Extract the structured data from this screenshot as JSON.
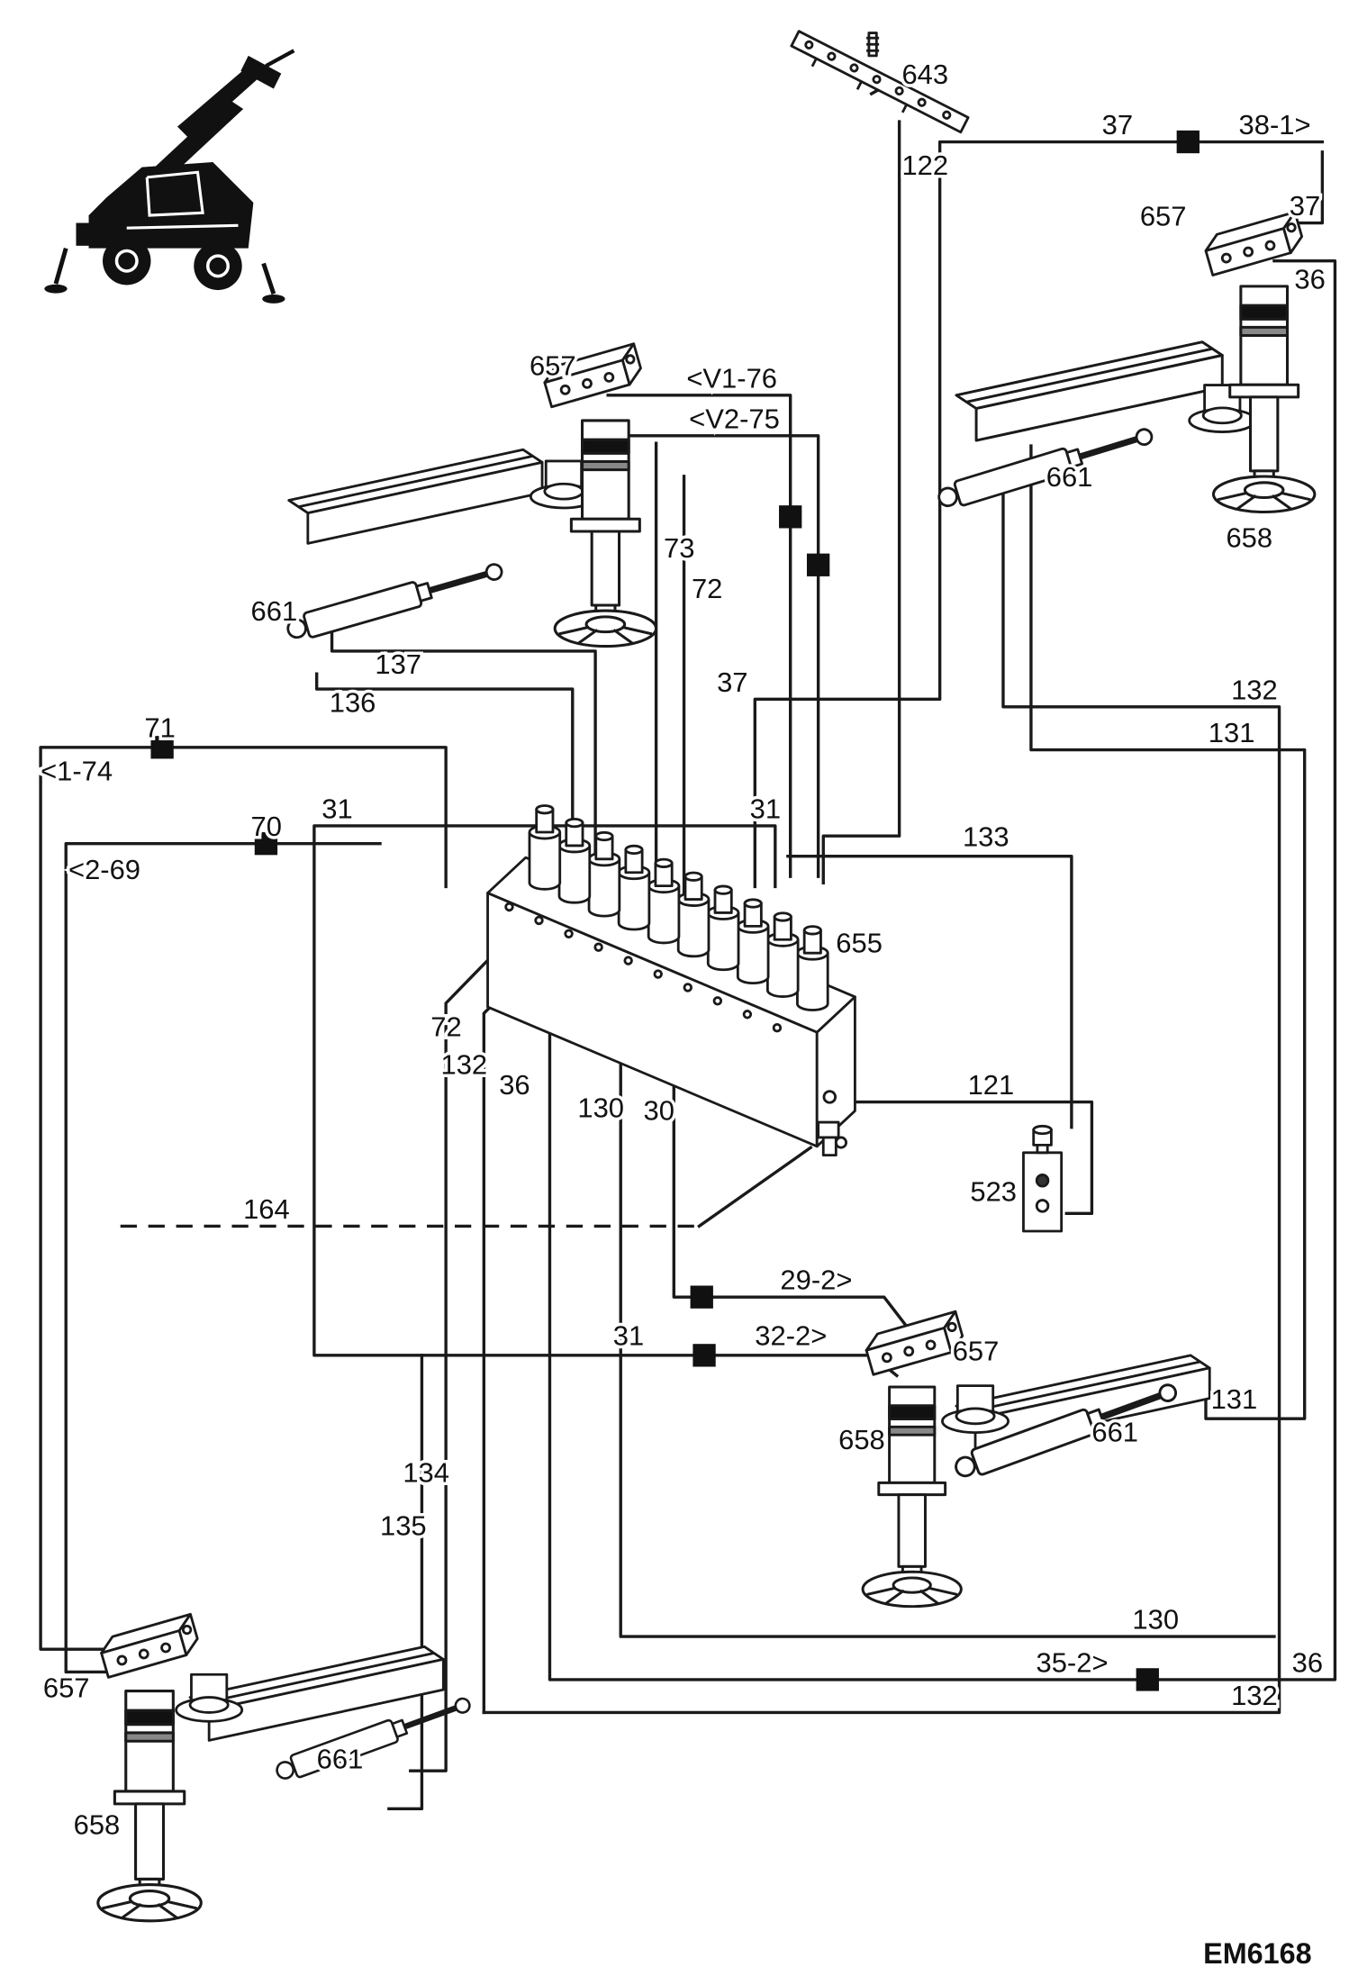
{
  "figure_code": "EM6168",
  "colors": {
    "line": "#1a1a1a",
    "background": "#ffffff",
    "node": "#111111"
  },
  "labels": {
    "manifold_643": "643",
    "hose_122": "122",
    "hose_37_top": "37",
    "ref_38_1": "38-1>",
    "valve_657_top_right": "657",
    "hose_37_right": "37",
    "hose_36_right": "36",
    "cylinder_661_top_right": "661",
    "leg_658_top_right": "658",
    "valve_657_top_left": "657",
    "ref_v1_76": "<V1-76",
    "ref_v2_75": "<V2-75",
    "hose_73": "73",
    "hose_72_top": "72",
    "cylinder_661_top_left": "661",
    "hose_137": "137",
    "hose_136": "136",
    "hose_37_mid": "37",
    "hose_132_top": "132",
    "hose_131_top": "131",
    "hose_71": "71",
    "ref_1_74": "<1-74",
    "hose_31_left": "31",
    "hose_31_mid": "31",
    "hose_70": "70",
    "ref_2_69": "<2-69",
    "hose_133": "133",
    "valve_block_655": "655",
    "hose_72_mid": "72",
    "hose_132_mid": "132",
    "hose_36_mid": "36",
    "hose_130_mid": "130",
    "hose_30": "30",
    "fitting_121": "121",
    "valve_523": "523",
    "hose_164": "164",
    "ref_29_2": "29-2>",
    "hose_31_bottom": "31",
    "ref_32_2": "32-2>",
    "valve_657_bottom_right": "657",
    "leg_658_bottom_right": "658",
    "cylinder_661_bottom_right": "661",
    "hose_131_bottom": "131",
    "hose_134": "134",
    "hose_135": "135",
    "hose_130_bottom": "130",
    "hose_36_bottom": "36",
    "ref_35_2": "35-2>",
    "hose_132_bottom": "132",
    "valve_657_bottom_left": "657",
    "cylinder_661_bottom_left": "661",
    "leg_658_bottom_left": "658"
  }
}
